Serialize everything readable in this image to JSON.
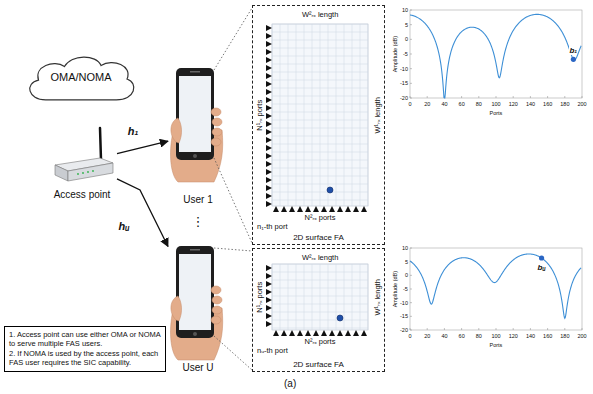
{
  "diagram": {
    "nodes": [
      {
        "text": [
          "OMA/NOMA"
        ]
      },
      {
        "text": [
          "Access point"
        ]
      },
      {
        "text": [
          "User 1"
        ]
      },
      {
        "text": [
          "2D surface FA"
        ]
      },
      {
        "text": [
          "User U"
        ]
      },
      {
        "text": [
          "2D surface FA"
        ]
      },
      {
        "text": [
          "1. Access point can use either OMA or NOMA to serve multiple FAS users.",
          "2. If NOMA is used by the access point, each FAS user requires the SIC capability."
        ]
      }
    ],
    "edges": [
      {
        "from": 1,
        "to": 2,
        "label": "h₁",
        "arrow": "to"
      },
      {
        "from": 1,
        "to": 4,
        "label": "hᵤ",
        "arrow": "to"
      }
    ],
    "labels": [
      "W²ᵣₓ length",
      "W¹ᵣₓ length",
      "N¹ᵣₓ ports",
      "N²ᵣₓ ports",
      "n₁-th port",
      "10",
      "5",
      "0",
      "-5",
      "-10",
      "-15",
      "-20",
      "0",
      "20",
      "40",
      "60",
      "80",
      "100",
      "120",
      "140",
      "160",
      "180",
      "200",
      "Ports",
      "Amplitude (dB)",
      "b₁",
      "⋮",
      "W²ᵣₓ length",
      "W¹ᵣₓ length",
      "N¹ᵣₓ ports",
      "N²ᵣₓ ports",
      "nᵤ-th port",
      "10",
      "5",
      "0",
      "-5",
      "-10",
      "-15",
      "-20",
      "0",
      "20",
      "40",
      "60",
      "80",
      "100",
      "120",
      "140",
      "160",
      "180",
      "200",
      "Ports",
      "Amplitude (dB)",
      "bᵤ",
      "(a)"
    ]
  }
}
